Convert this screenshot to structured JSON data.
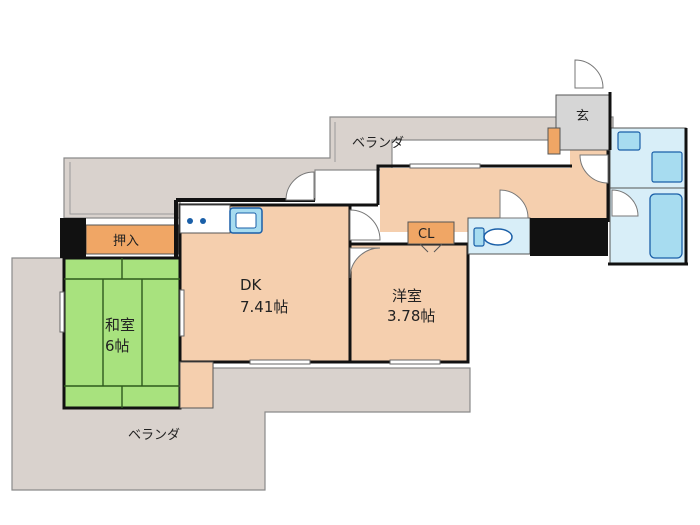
{
  "labels": {
    "veranda_top": "ベランダ",
    "veranda_bottom": "ベランダ",
    "entrance": "玄",
    "closet_oshiire": "押入",
    "closet_cl": "CL",
    "dk_name": "DK",
    "dk_size": "7.41帖",
    "washitsu_name": "和室",
    "washitsu_size": "6帖",
    "youshitsu_name": "洋室",
    "youshitsu_size": "3.78帖"
  },
  "colors": {
    "veranda": "#d9d2cd",
    "room_floor": "#f5cfae",
    "tatami": "#a8e27e",
    "tatami_line": "#2e5a1c",
    "closet": "#f0a665",
    "wet_area": "#d8eef8",
    "fixture": "#a7dcf0",
    "entrance": "#d6d6d6",
    "wall": "#111111"
  }
}
